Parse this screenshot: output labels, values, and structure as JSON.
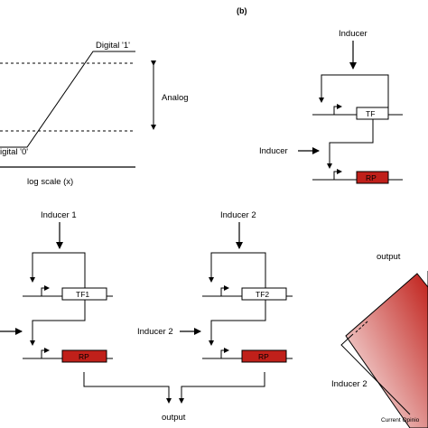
{
  "colors": {
    "repressor_fill": "#c0201a",
    "line": "#000000",
    "background": "#ffffff",
    "gradient_dark": "#c0201a",
    "gradient_light": "#ffffff"
  },
  "panel_a": {
    "digital_one_label": "Digital '1'",
    "digital_zero_label": "igital '0'",
    "analog_label": "Analog",
    "x_axis_label": "log scale (x)"
  },
  "panel_b": {
    "panel_label": "(b)",
    "inducer_top_label": "Inducer",
    "tf_label": "TF",
    "inducer_side_label": "Inducer",
    "rp_label": "RP"
  },
  "panel_c": {
    "inducer1_label": "Inducer 1",
    "inducer2_label": "Inducer 2",
    "tf1_label": "TF1",
    "tf2_label": "TF2",
    "inducer2_side_label": "Inducer 2",
    "rp1_label": "RP",
    "rp2_label": "RP",
    "output_label": "output"
  },
  "panel_d": {
    "output_label": "output",
    "inducer2_label": "Inducer 2",
    "credit_text": "Current Opinio"
  }
}
